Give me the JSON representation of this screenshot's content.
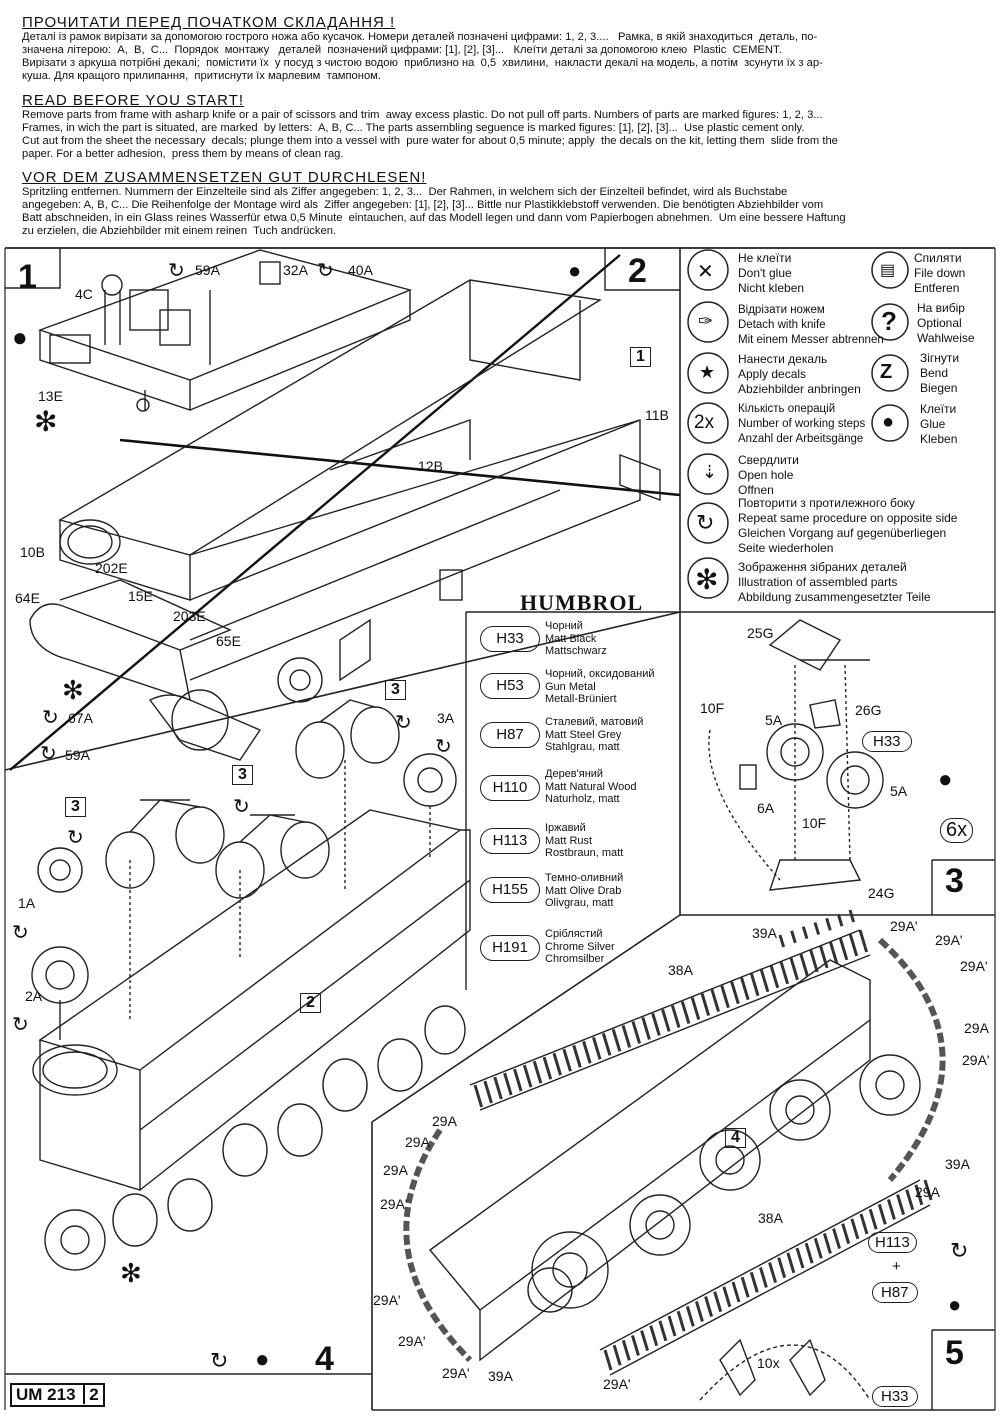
{
  "header": {
    "ua": {
      "title": "ПРОЧИТАТИ ПЕРЕД ПОЧАТКОМ СКЛАДАННЯ !",
      "lines": [
        "Деталі із рамок вирізати за допомогою гострого ножа або кусачок. Номери деталей позначені цифрами: 1, 2, 3....   Рамка, в якій знаходиться  деталь, по-",
        "значена літерою:  A,  B,  C...  Порядок  монтажу   деталей  позначений цифрами: [1], [2], [3]...   Клеїти деталі за допомогою клею  Plastic  CEMENT.",
        "Вирізати з аркуша потрібні декалі;  помістити їх  у посуд з чистою водою  приблизно на  0,5  хвилини,  накласти декалі на модель, а потім  зсунути їх з ар-",
        "куша. Для кращого прилипання,  притиснути їх марлевим  тампоном."
      ]
    },
    "en": {
      "title": "READ BEFORE YOU START!",
      "lines": [
        "Remove parts from frame with asharp knife or a pair of scissors and trim  away excess plastic. Do not pull off parts. Numbers of parts are marked figures: 1, 2, 3...",
        "Frames, in wich the part is situated, are marked  by letters:  A, B, C... The parts assembling seguence is marked figures: [1], [2], [3]...  Use plastic cement only.",
        "Cut aut from the sheet the necessary  decals; plunge them into a vessel with  pure water for about 0,5 minute; apply  the decals on the kit, letting them  slide from the",
        "paper. For a better adhesion,  press them by means of clean rag."
      ]
    },
    "de": {
      "title": "VOR DEM ZUSAMMENSETZEN GUT DURCHLESEN!",
      "lines": [
        "Spritzling entfernen. Nummern der Einzelteile sind als Ziffer angegeben: 1, 2, 3...  Der Rahmen, in welchem sich der Einzelteil befindet, wird als Buchstabe",
        "angegeben: A, B, C... Die Reihenfolge der Montage wird als  Ziffer angegeben: [1], [2], [3]... Bittle nur Plastikklebstoff verwenden. Die benötigten Abziehbilder vom",
        "Batt abschneiden, in ein Glass reines Wasserfür etwa 0,5 Minute  eintauchen, auf das Modell legen und dann vom Papierbogen abnehmen.  Um eine bessere Haftung",
        "zu erzielen, die Abziehbilder mit einem reinen  Tuch andrücken."
      ]
    }
  },
  "legend": [
    {
      "icon": "no-glue-icon",
      "text": "Не клеїти\nDon't glue\nNicht kleben"
    },
    {
      "icon": "file-icon",
      "text": "Спиляти\nFile down\nEntferen"
    },
    {
      "icon": "knife-icon",
      "text": "Відрізати ножем\nDetach with knife\nMit einem Messer abtrennen"
    },
    {
      "icon": "question-icon",
      "text": "На вибір\nOptional\nWahlweise"
    },
    {
      "icon": "decal-icon",
      "text": "Нанести декаль\nApply decals\nAbziehbilder anbringen"
    },
    {
      "icon": "bend-icon",
      "text": "Зігнути\nBend\nBiegen"
    },
    {
      "icon": "steps-icon",
      "text": "Кількість операцій\nNumber of working steps\nAnzahl der Arbeitsgänge"
    },
    {
      "icon": "glue-icon",
      "text": "Клеїти\nGlue\nKleben"
    },
    {
      "icon": "drill-icon",
      "text": "Свердлити\nOpen hole\nOffnen"
    },
    {
      "icon": "repeat-icon",
      "text": "Повторити з протилежного боку\nRepeat same procedure on opposite side\nGleichen Vorgang auf gegenüberliegen\nSeite wiederholen"
    },
    {
      "icon": "asterisk-icon",
      "text": "Зображення зібраних деталей\nIllustration of assembled parts\nAbbildung zusammengesetzter Teile"
    }
  ],
  "steps_badge": "2x",
  "humbrol": {
    "brand": "HUMBROL",
    "paints": [
      {
        "code": "H33",
        "text": "Чорний\nMatt Black\nMattschwarz"
      },
      {
        "code": "H53",
        "text": "Чорний, оксидований\nGun Metal\nMetall-Brüniert"
      },
      {
        "code": "H87",
        "text": "Сталевий, матовий\nMatt Steel Grey\nStahlgrau, matt"
      },
      {
        "code": "H110",
        "text": "Дерев'яний\nMatt Natural Wood\nNaturholz, matt"
      },
      {
        "code": "H113",
        "text": "Іржавий\nMatt Rust\nRostbraun, matt"
      },
      {
        "code": "H155",
        "text": "Темно-оливний\nMatt Olive Drab\nOlivgrau, matt"
      },
      {
        "code": "H191",
        "text": "Сріблястий\nChrome Silver\nChromsilber"
      }
    ]
  },
  "steps": {
    "s1": "1",
    "s2": "2",
    "s3": "3",
    "s4": "4",
    "s5": "5"
  },
  "part_labels": {
    "p4C": "4C",
    "p59A": "59A",
    "p32A": "32A",
    "p40A": "40A",
    "p13E": "13E",
    "p11B": "11B",
    "p12B": "12B",
    "p10B": "10B",
    "p202E": "202E",
    "p64E": "64E",
    "p15E": "15E",
    "p203E": "203E",
    "p65E": "65E",
    "p67A": "67A",
    "p59A2": "59A",
    "p3A": "3A",
    "p1A": "1A",
    "p2A": "2A",
    "p25G": "25G",
    "p10F": "10F",
    "p5A": "5A",
    "p26G": "26G",
    "p6A": "6A",
    "p10F2": "10F",
    "p5A2": "5A",
    "p24G": "24G",
    "p39A": "39A",
    "p38A": "38A",
    "p29A": "29A",
    "p29Ap": "29A'",
    "p39A2": "39A",
    "p38A2": "38A",
    "p10x": "10x",
    "p6x": "6x"
  },
  "sub_boxes": {
    "b1": "1",
    "b2": "2",
    "b3": "3",
    "b4": "4"
  },
  "paint_callouts": {
    "h33": "H33",
    "h113": "H113",
    "plus": "+",
    "h87": "H87",
    "h33b": "H33"
  },
  "footer": {
    "code": "UM 213",
    "page": "2"
  }
}
